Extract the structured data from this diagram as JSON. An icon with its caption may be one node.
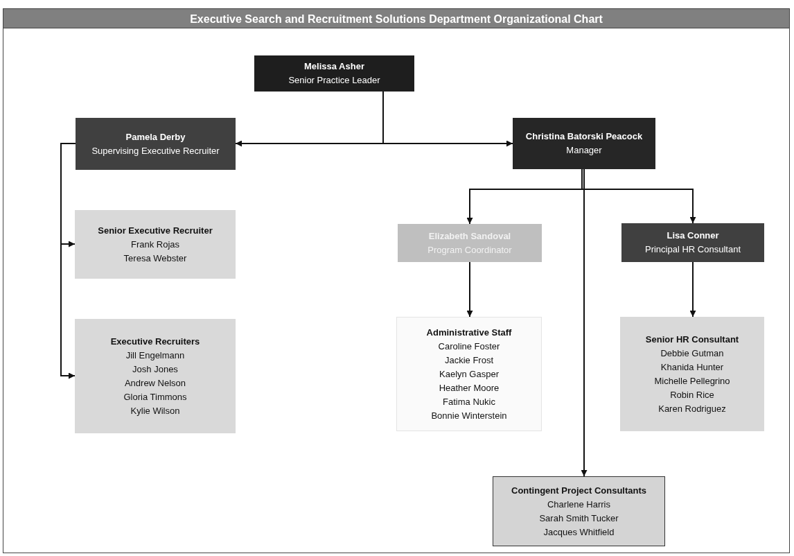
{
  "diagram": {
    "title": "Executive Search and Recruitment Solutions Department Organizational Chart",
    "nodes": [
      {
        "text": [
          "Melissa Asher",
          "Senior Practice Leader"
        ]
      },
      {
        "text": [
          "Pamela Derby",
          "Supervising Executive Recruiter"
        ]
      },
      {
        "text": [
          "Christina Batorski Peacock",
          "Manager"
        ]
      },
      {
        "text": [
          "Senior Executive Recruiter",
          "Frank Rojas",
          "Teresa Webster"
        ]
      },
      {
        "text": [
          "Elizabeth Sandoval",
          "Program Coordinator"
        ]
      },
      {
        "text": [
          "Lisa Conner",
          "Principal HR Consultant"
        ]
      },
      {
        "text": [
          "Executive Recruiters",
          "Jill Engelmann",
          "Josh Jones",
          "Andrew Nelson",
          "Gloria Timmons",
          "Kylie Wilson"
        ]
      },
      {
        "text": [
          "Administrative Staff",
          "Caroline Foster",
          "Jackie Frost",
          "Kaelyn Gasper",
          "Heather Moore",
          "Fatima Nukic",
          "Bonnie Winterstein"
        ]
      },
      {
        "text": [
          "Senior HR Consultant",
          "Debbie Gutman",
          "Khanida Hunter",
          "Michelle Pellegrino",
          "Robin Rice",
          "Karen Rodriguez"
        ]
      },
      {
        "text": [
          "Contingent Project Consultants",
          "Charlene Harris",
          "Sarah Smith Tucker",
          "Jacques Whitfield"
        ]
      }
    ],
    "edges": [
      {
        "from": 0,
        "to": 1,
        "arrow": "to"
      },
      {
        "from": 0,
        "to": 2,
        "arrow": "to"
      },
      {
        "from": 2,
        "to": 4,
        "arrow": "to"
      },
      {
        "from": 2,
        "to": 5,
        "arrow": "to"
      },
      {
        "from": 2,
        "to": 9,
        "arrow": "to"
      },
      {
        "from": 4,
        "to": 7,
        "arrow": "to"
      },
      {
        "from": 5,
        "to": 8,
        "arrow": "to"
      },
      {
        "from": 1,
        "to": 3,
        "arrow": "to"
      },
      {
        "from": 1,
        "to": 6,
        "arrow": "to"
      }
    ]
  }
}
